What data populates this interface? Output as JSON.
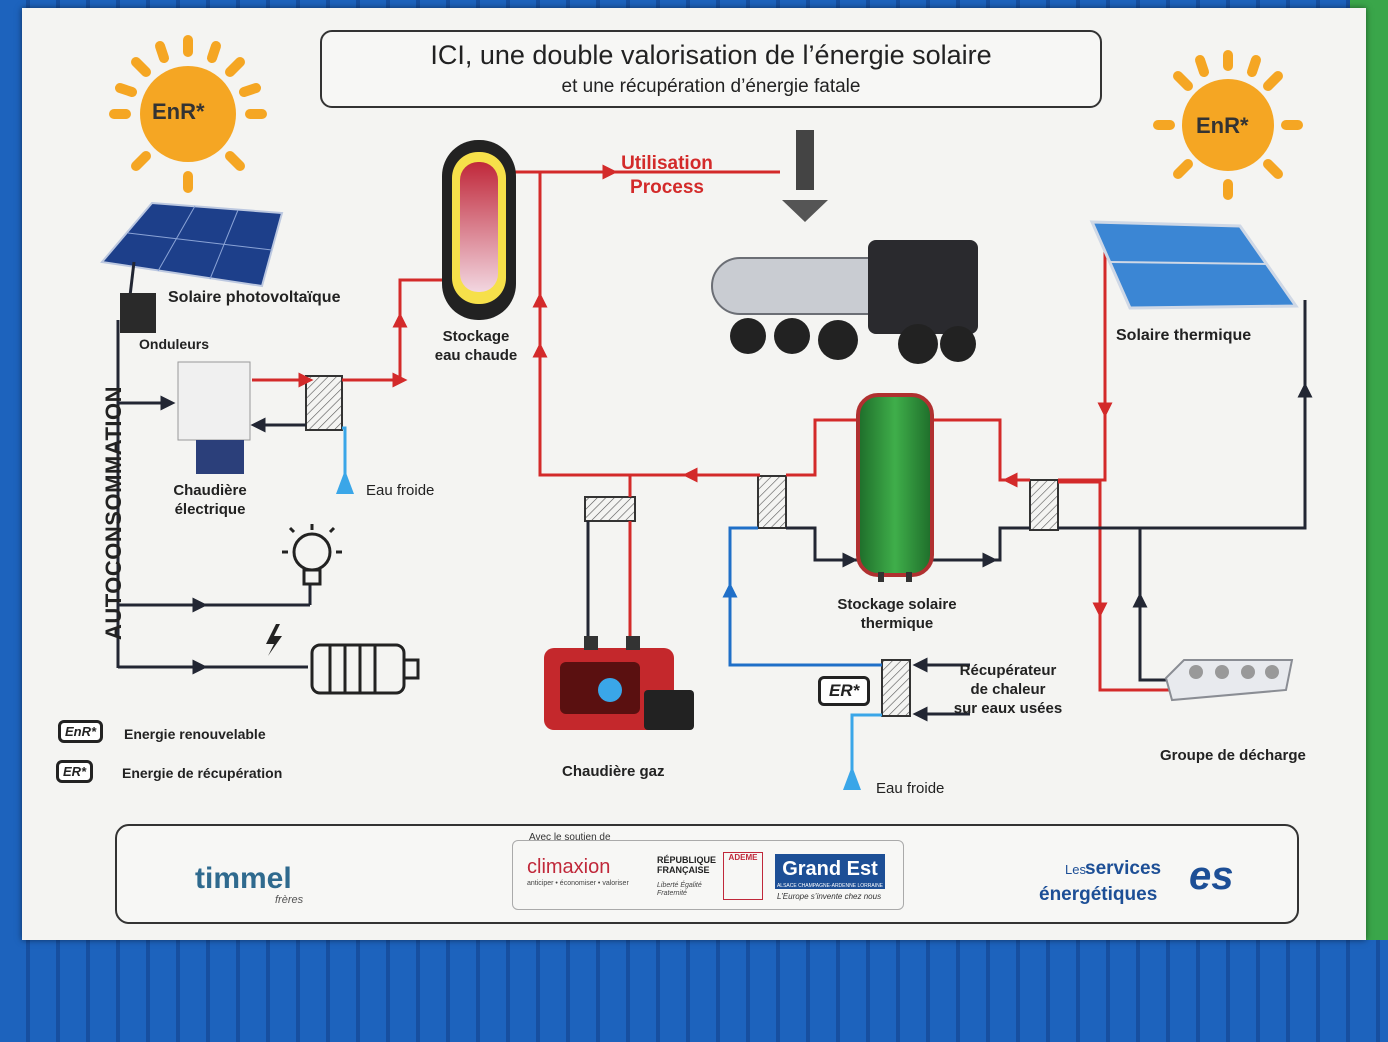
{
  "title": {
    "line1": "ICI, une double valorisation de l’énergie solaire",
    "line2": "et une récupération d’énergie fatale"
  },
  "badges": {
    "enr": "EnR*",
    "er": "ER*"
  },
  "labels": {
    "pv": "Solaire photovoltaïque",
    "onduleurs": "Onduleurs",
    "autoconsommation": "AUTOCONSOMMATION",
    "chaudiere_electrique_1": "Chaudière",
    "chaudiere_electrique_2": "électrique",
    "eau_froide_1": "Eau froide",
    "stockage_eau_chaude_1": "Stockage",
    "stockage_eau_chaude_2": "eau chaude",
    "utilisation": "Utilisation",
    "process": "Process",
    "solaire_thermique": "Solaire thermique",
    "stockage_solaire_1": "Stockage solaire",
    "stockage_solaire_2": "thermique",
    "recuperateur_1": "Récupérateur",
    "recuperateur_2": "de chaleur",
    "recuperateur_3": "sur eaux usées",
    "eau_froide_2": "Eau froide",
    "chaudiere_gaz": "Chaudière gaz",
    "groupe_decharge": "Groupe de décharge"
  },
  "legend": {
    "enr": "Energie renouvelable",
    "er": "Energie de récupération"
  },
  "footer": {
    "timmel": "timmel",
    "timmel_sub": "frères",
    "soutien": "Avec le soutien de",
    "climaxion": "climaxion",
    "climaxion_sub": "anticiper • économiser • valoriser",
    "republique": "RÉPUBLIQUE FRANÇAISE",
    "devise": "Liberté Égalité Fraternité",
    "ademe": "ADEME",
    "grandest": "Grand Est",
    "grandest_sub": "ALSACE CHAMPAGNE-ARDENNE LORRAINE",
    "grandest_slogan": "L’Europe s’invente chez nous",
    "es_les": "Les",
    "es_services": "services",
    "es_energetiques": "énergétiques",
    "es_logo": "es"
  },
  "colors": {
    "hot": "#d32a2a",
    "cold": "#1f6fc8",
    "cold_light": "#3aa6e8",
    "line": "#222633",
    "sun": "#f5a623"
  }
}
